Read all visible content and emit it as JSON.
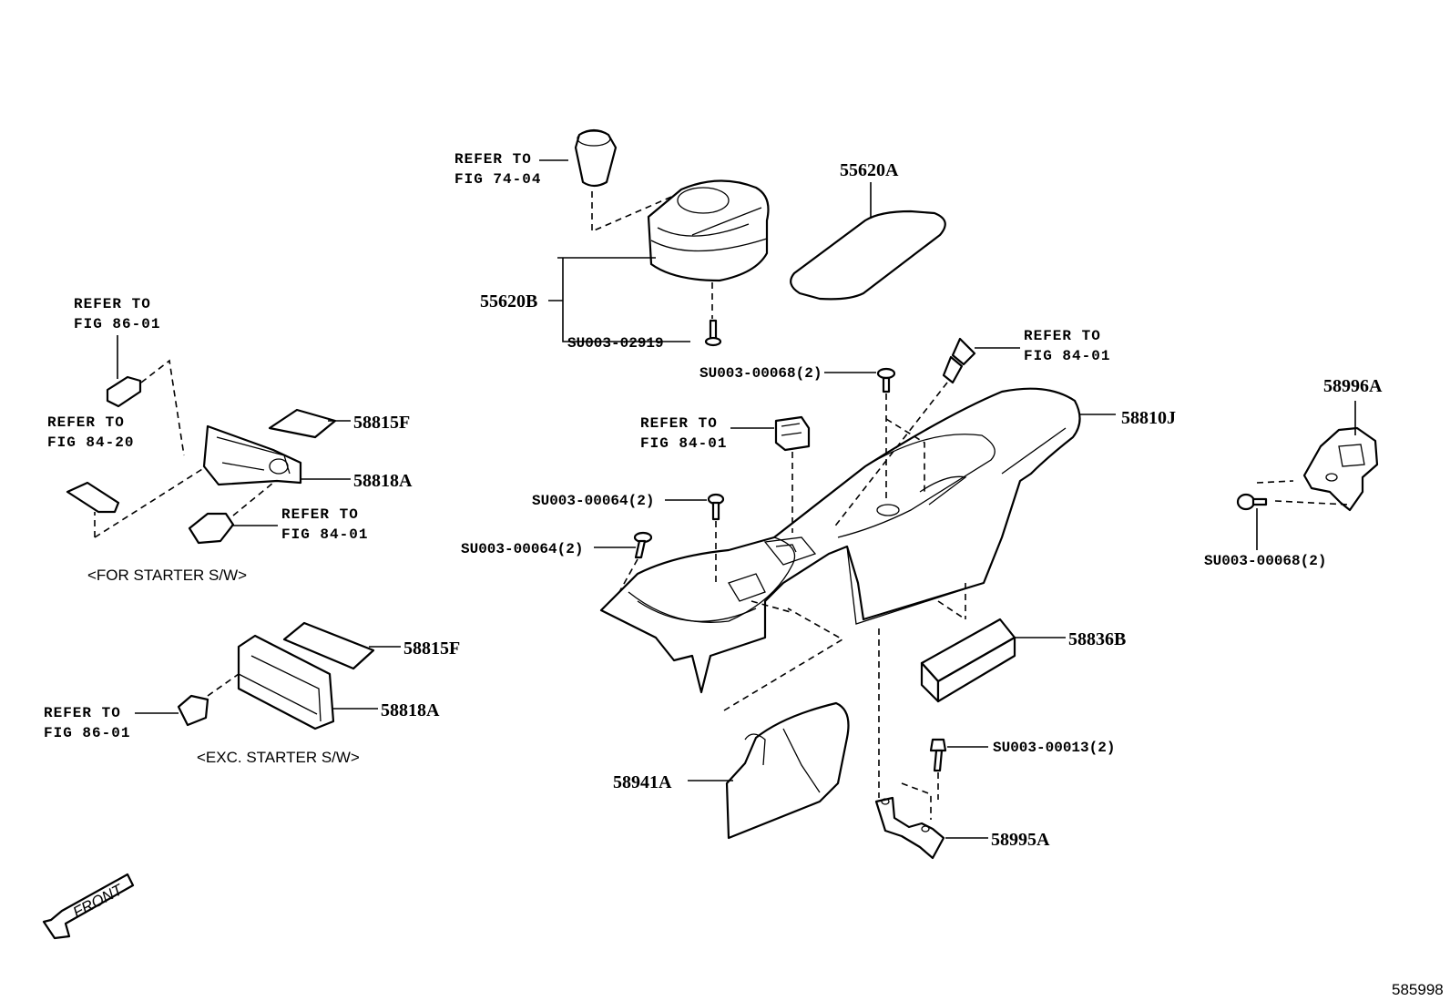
{
  "diagram_id": "585998",
  "front_label": "FRONT",
  "notes": {
    "for_starter": "<FOR STARTER S/W>",
    "exc_starter": "<EXC. STARTER S/W>"
  },
  "refs": {
    "fig_74_04": [
      "REFER TO",
      "FIG 74-04"
    ],
    "fig_86_01_top": [
      "REFER TO",
      "FIG 86-01"
    ],
    "fig_84_20": [
      "REFER TO",
      "FIG 84-20"
    ],
    "fig_84_01_left": [
      "REFER TO",
      "FIG 84-01"
    ],
    "fig_86_01_bottom": [
      "REFER TO",
      "FIG 86-01"
    ],
    "fig_84_01_center": [
      "REFER TO",
      "FIG 84-01"
    ],
    "fig_84_01_top_right": [
      "REFER TO",
      "FIG 84-01"
    ]
  },
  "parts": {
    "p55620A": "55620A",
    "p55620B": "55620B",
    "p58815F_top": "58815F",
    "p58818A_top": "58818A",
    "p58815F_bottom": "58815F",
    "p58818A_bottom": "58818A",
    "p58810J": "58810J",
    "p58996A": "58996A",
    "p58836B": "58836B",
    "p58941A": "58941A",
    "p58995A": "58995A"
  },
  "fasteners": {
    "su02919": "SU003-02919",
    "su00068_center": "SU003-00068(2)",
    "su00064_a": "SU003-00064(2)",
    "su00064_b": "SU003-00064(2)",
    "su00013": "SU003-00013(2)",
    "su00068_right": "SU003-00068(2)"
  }
}
